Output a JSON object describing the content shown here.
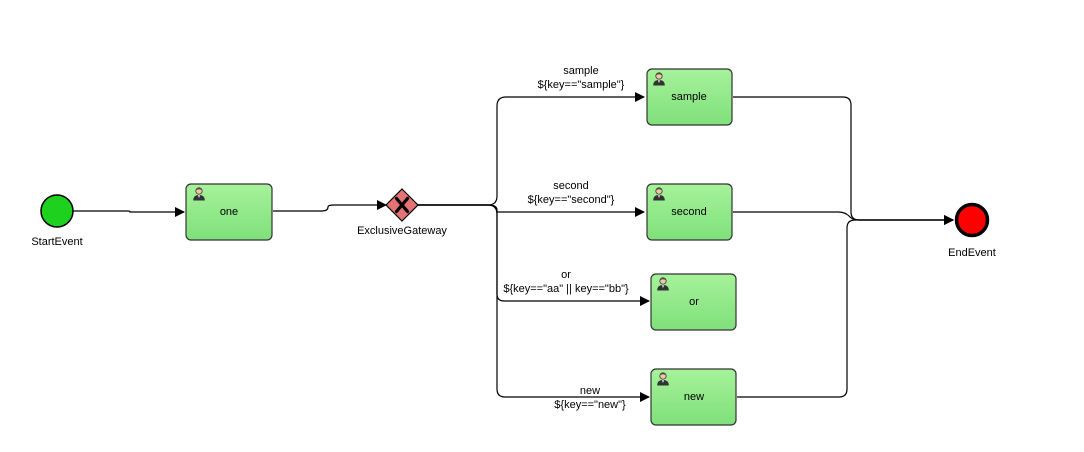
{
  "diagram": {
    "start_event": {
      "label": "StartEvent",
      "fill": "#1ed11e"
    },
    "end_event": {
      "label": "EndEvent",
      "fill": "#ff0000"
    },
    "gateway": {
      "label": "ExclusiveGateway",
      "fill": "#e57373"
    },
    "tasks": {
      "one": {
        "label": "one"
      },
      "sample": {
        "label": "sample"
      },
      "second": {
        "label": "second"
      },
      "or": {
        "label": "or"
      },
      "new": {
        "label": "new"
      }
    },
    "flows": {
      "sample": {
        "name": "sample",
        "condition": "${key==\"sample\"}"
      },
      "second": {
        "name": "second",
        "condition": "${key==\"second\"}"
      },
      "or": {
        "name": "or",
        "condition": "${key==\"aa\" || key==\"bb\"}"
      },
      "new": {
        "name": "new",
        "condition": "${key==\"new\"}"
      }
    },
    "colors": {
      "task_fill": "#90ee90",
      "task_stroke": "#333333",
      "line": "#000000"
    },
    "icons": {
      "task_icon": "user-icon",
      "gateway_icon": "x-marker-icon"
    }
  }
}
